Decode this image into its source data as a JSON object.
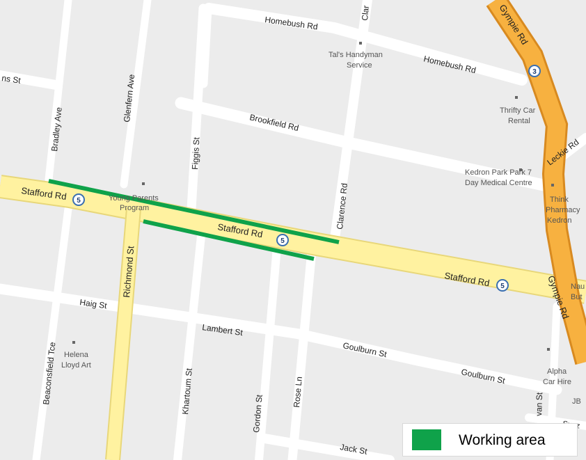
{
  "map": {
    "colors": {
      "land": "#ececec",
      "minor_road": "#ffffff",
      "arterial_road": "#fff2a0",
      "motorway": "#f7b140",
      "working_area": "#0fa24a"
    },
    "streets": {
      "homebush_rd_1": "Homebush Rd",
      "homebush_rd_2": "Homebush Rd",
      "clarence_rd_top": "Clar",
      "gympie_rd_1": "Gympie Rd",
      "gympie_rd_2": "Gympie Rd",
      "st_left": "ns St",
      "bradley_ave": "Bradley Ave",
      "glenfern_ave": "Glenfern Ave",
      "brookfield_rd": "Brookfield Rd",
      "figgis_st": "Figgis St",
      "clarence_rd": "Clarence Rd",
      "leckie_rd": "Leckie Rd",
      "stafford_rd_1": "Stafford Rd",
      "stafford_rd_2": "Stafford Rd",
      "stafford_rd_3": "Stafford Rd",
      "richmond_st": "Richmond St",
      "haig_st": "Haig St",
      "lambert_st": "Lambert St",
      "beaconsfield_tce": "Beaconsfield Tce",
      "khartoum_st": "Khartoum St",
      "gordon_st": "Gordon St",
      "rose_ln": "Rose Ln",
      "goulburn_st_1": "Goulburn St",
      "goulburn_st_2": "Goulburn St",
      "jack_st": "Jack St",
      "right_edge_st": "van St",
      "suez": "Suez"
    },
    "route_shields": {
      "gympie": "3",
      "stafford_1": "5",
      "stafford_2": "5",
      "stafford_3": "5"
    },
    "pois": {
      "tals_handyman_1": "Tal's Handyman",
      "tals_handyman_2": "Service",
      "thrifty_1": "Thrifty Car",
      "thrifty_2": "Rental",
      "kedron_medical_1": "Kedron Park Park 7",
      "kedron_medical_2": "Day Medical Centre",
      "think_pharmacy_1": "Think",
      "think_pharmacy_2": "Pharmacy",
      "think_pharmacy_3": "Kedron",
      "young_parents_1": "Young Parents",
      "young_parents_2": "Program",
      "helena_lloyd_1": "Helena",
      "helena_lloyd_2": "Lloyd Art",
      "alpha_car_1": "Alpha",
      "alpha_car_2": "Car Hire",
      "edge_nau": "Nau",
      "edge_but": "But",
      "edge_jb": "JB"
    }
  },
  "legend": {
    "label": "Working area"
  }
}
